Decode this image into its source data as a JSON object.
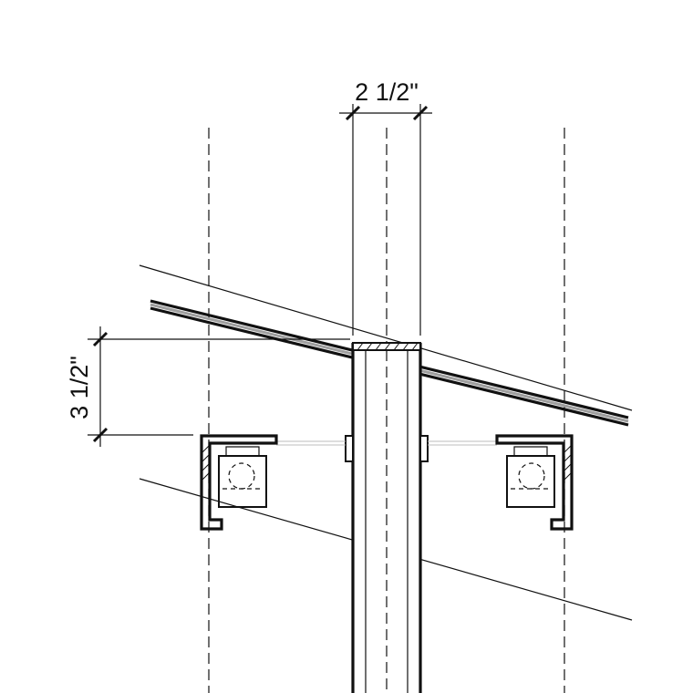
{
  "drawing": {
    "type": "architectural-detail",
    "dimensions": {
      "post_width": "2 1/2\"",
      "rail_height": "3 1/2\""
    }
  }
}
